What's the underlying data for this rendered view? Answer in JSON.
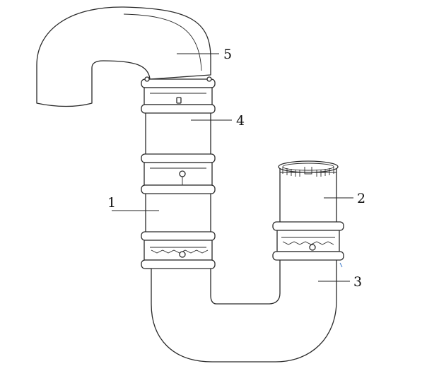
{
  "figure": {
    "callouts": [
      {
        "id": "1",
        "label": "1"
      },
      {
        "id": "2",
        "label": "2"
      },
      {
        "id": "3",
        "label": "3"
      },
      {
        "id": "4",
        "label": "4"
      },
      {
        "id": "5",
        "label": "5"
      }
    ]
  },
  "colors": {
    "line": "#2a2a2a",
    "background": "#ffffff",
    "accent": "#3a78c9"
  }
}
